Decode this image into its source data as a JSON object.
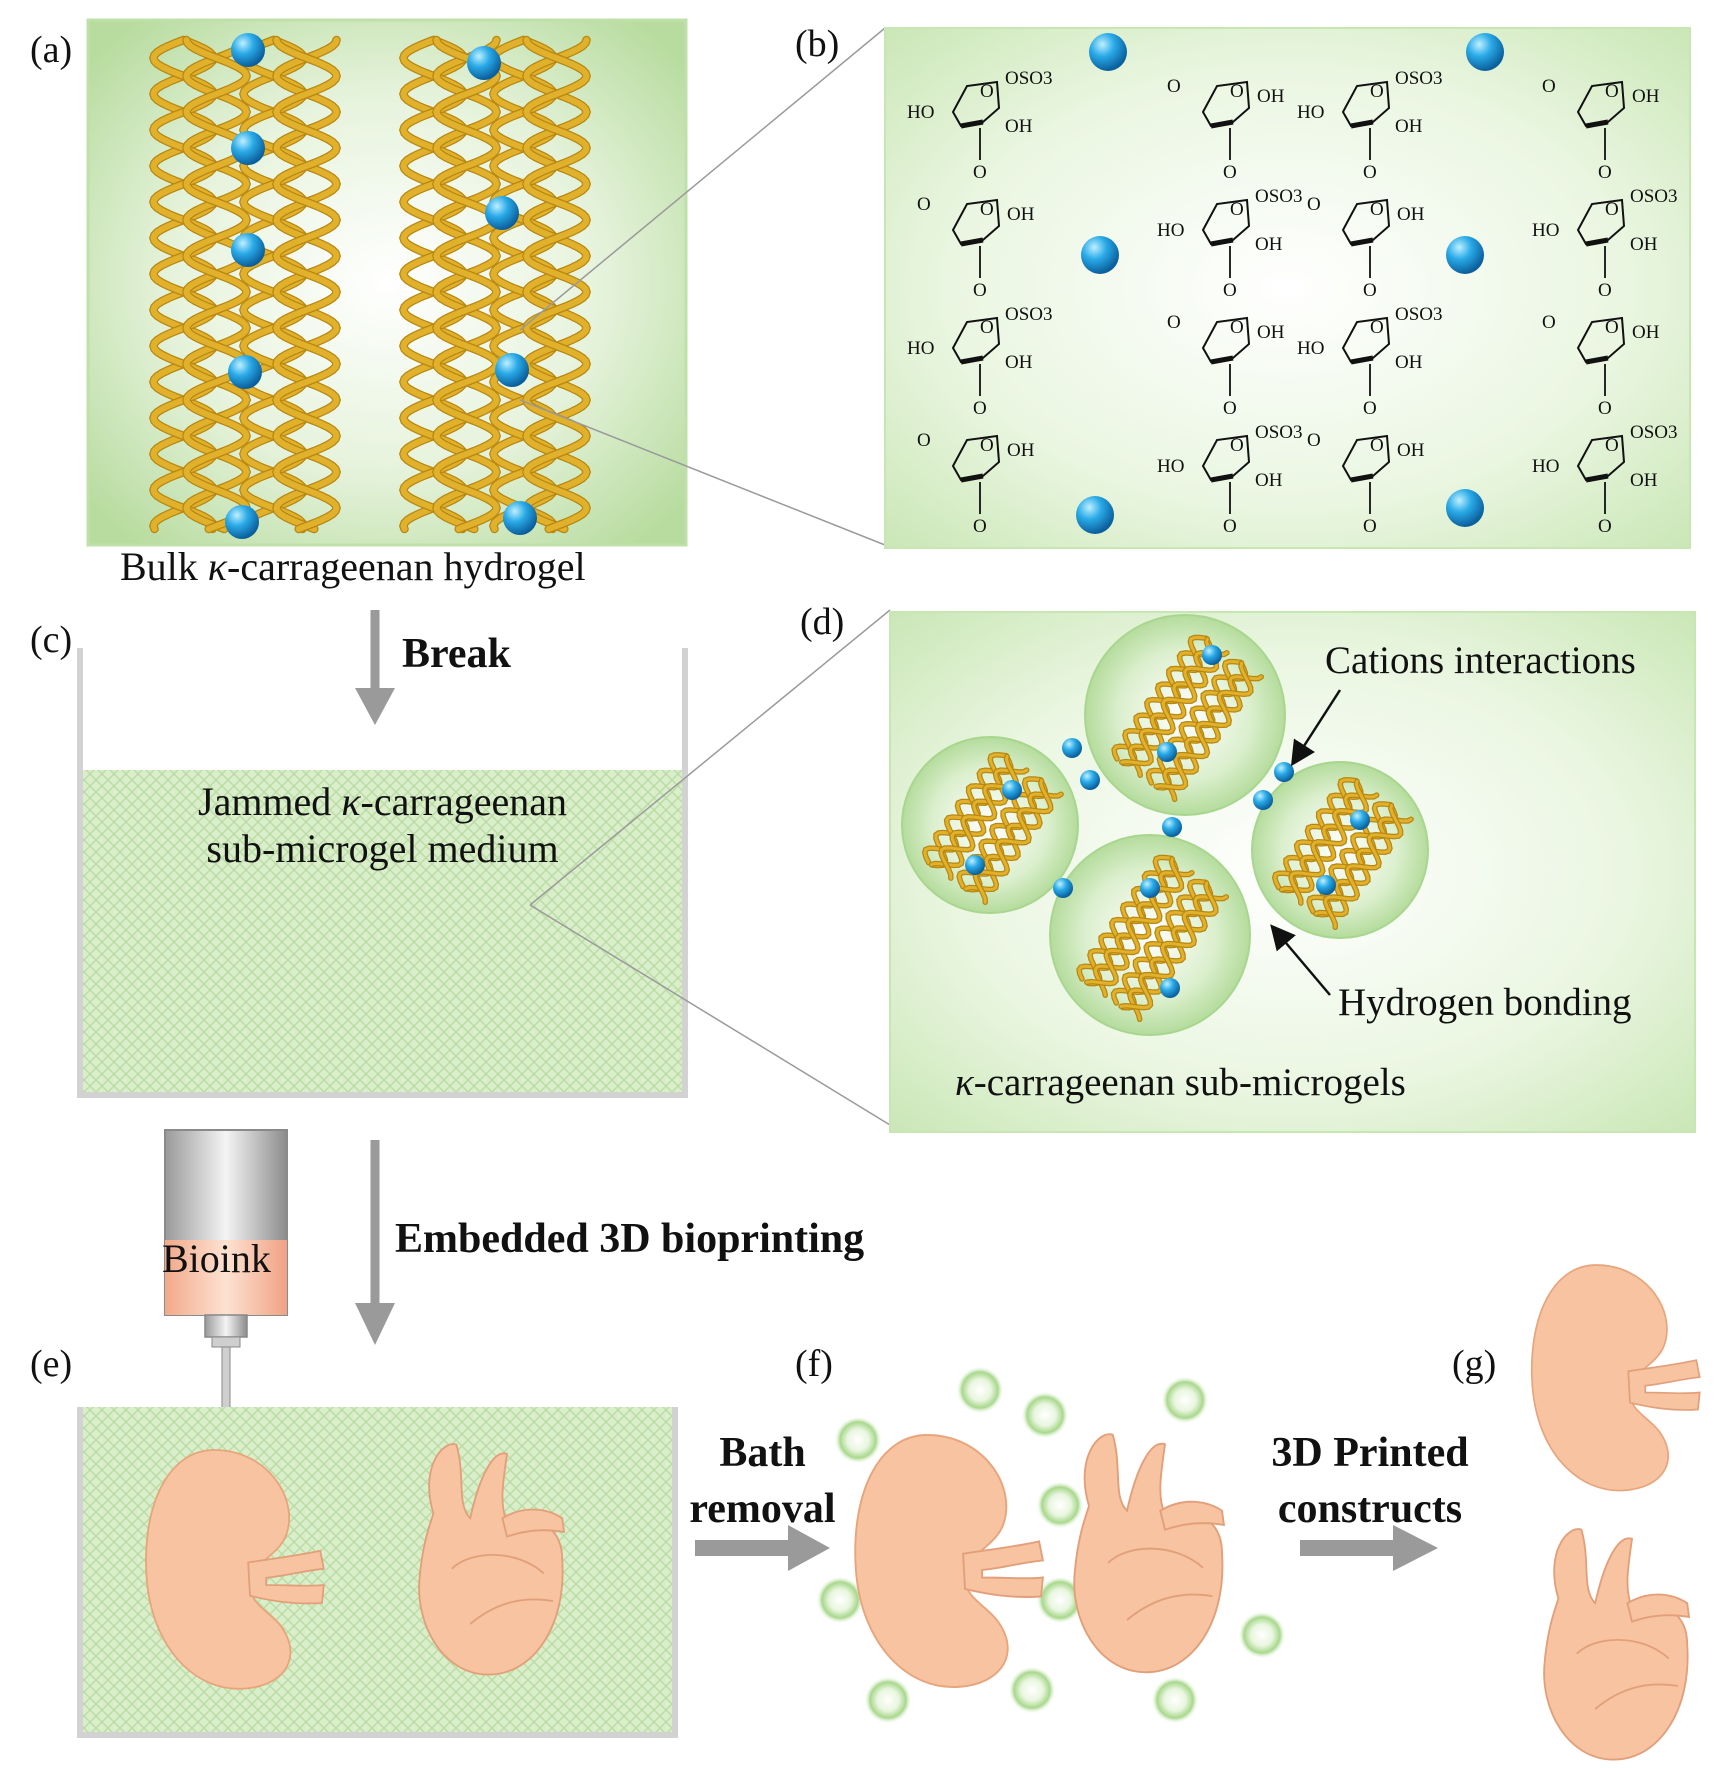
{
  "panels": {
    "a": {
      "label": "(a)",
      "caption_pre": "Bulk ",
      "caption_kappa": "κ",
      "caption_post": "-carrageenan hydrogel"
    },
    "b": {
      "label": "(b)",
      "groups": {
        "oso3": "OSO3",
        "oso3_charge": "-",
        "oh": "OH",
        "ho": "HO",
        "o": "O"
      }
    },
    "c": {
      "label": "(c)",
      "step_label": "Break",
      "medium_line1_pre": "Jammed ",
      "medium_line1_kappa": "κ",
      "medium_line1_post": "-carrageenan",
      "medium_line2": "sub-microgel medium"
    },
    "d": {
      "label": "(d)",
      "annotation_cations": "Cations interactions",
      "annotation_hbond": "Hydrogen bonding",
      "caption_kappa": "κ",
      "caption_post": "-carrageenan sub-microgels"
    },
    "e": {
      "label": "(e)",
      "step_label": "Embedded 3D bioprinting",
      "syringe_label": "Bioink"
    },
    "f": {
      "label": "(f)",
      "step_line1": "Bath",
      "step_line2": "removal"
    },
    "g": {
      "label": "(g)",
      "step_line1": "3D Printed",
      "step_line2": "constructs"
    }
  },
  "colors": {
    "gel_green": "#cfe8bd",
    "gel_green_dark": "#a9d68e",
    "helix_gold": "#e2b12c",
    "ion_blue": "#1f9fe0",
    "organ_peach": "#f7c3a1",
    "arrow_gray": "#9a9a9a"
  }
}
